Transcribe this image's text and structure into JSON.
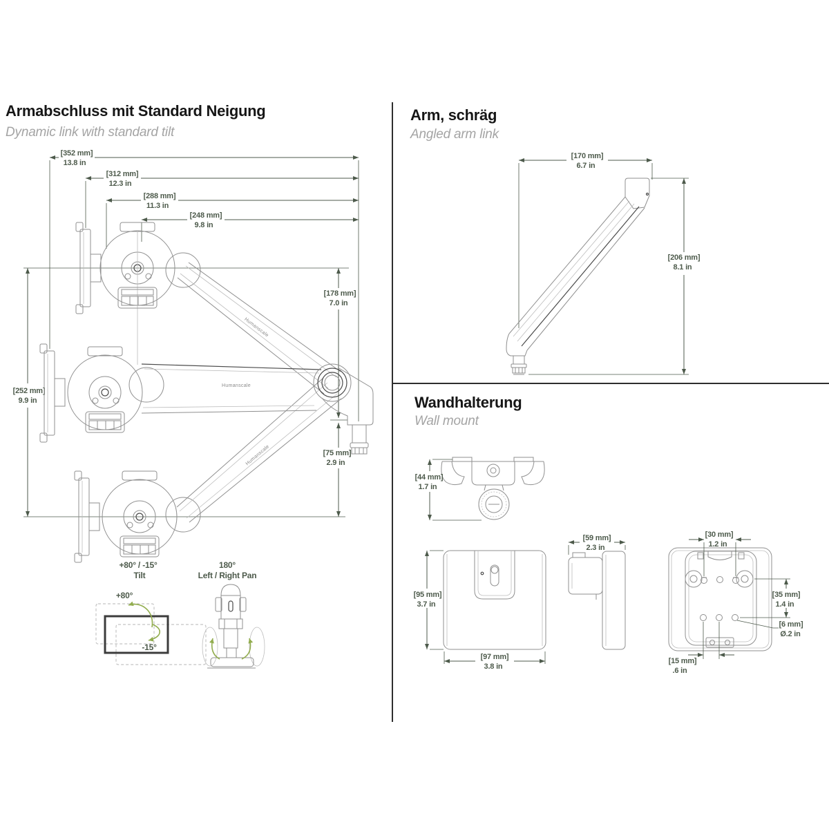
{
  "sections": {
    "dynamic_link": {
      "title": "Armabschluss mit Standard Neigung",
      "subtitle": "Dynamic link with standard tilt",
      "brand": "Humanscale",
      "dims": {
        "d352": {
          "mm": "[352 mm]",
          "inch": "13.8 in"
        },
        "d312": {
          "mm": "[312 mm]",
          "inch": "12.3 in"
        },
        "d288": {
          "mm": "[288 mm]",
          "inch": "11.3 in"
        },
        "d248": {
          "mm": "[248 mm]",
          "inch": "9.8 in"
        },
        "d178": {
          "mm": "[178 mm]",
          "inch": "7.0 in"
        },
        "d252": {
          "mm": "[252 mm]",
          "inch": "9.9 in"
        },
        "d75": {
          "mm": "[75 mm]",
          "inch": "2.9 in"
        }
      },
      "tilt": {
        "range": "+80° / -15°",
        "label": "Tilt",
        "up": "+80°",
        "down": "-15°"
      },
      "pan": {
        "range": "180°",
        "label": "Left / Right Pan"
      }
    },
    "angled_arm": {
      "title": "Arm, schräg",
      "subtitle": "Angled arm link",
      "dims": {
        "d170": {
          "mm": "[170 mm]",
          "inch": "6.7 in"
        },
        "d206": {
          "mm": "[206 mm]",
          "inch": "8.1 in"
        }
      }
    },
    "wall_mount": {
      "title": "Wandhalterung",
      "subtitle": "Wall mount",
      "dims": {
        "d44": {
          "mm": "[44 mm]",
          "inch": "1.7 in"
        },
        "d95": {
          "mm": "[95 mm]",
          "inch": "3.7 in"
        },
        "d97": {
          "mm": "[97 mm]",
          "inch": "3.8 in"
        },
        "d59": {
          "mm": "[59 mm]",
          "inch": "2.3 in"
        },
        "d30": {
          "mm": "[30 mm]",
          "inch": "1.2 in"
        },
        "d35": {
          "mm": "[35 mm]",
          "inch": "1.4 in"
        },
        "d6": {
          "mm": "[6 mm]",
          "inch": "Ø.2 in"
        },
        "d15": {
          "mm": "[15 mm]",
          "inch": ".6 in"
        }
      }
    }
  },
  "colors": {
    "dimension": "#4d5a4b",
    "drawing_line": "#8f8f8f",
    "accent_green": "#92ad4f",
    "title": "#161616",
    "subtitle": "#a4a4a4"
  }
}
